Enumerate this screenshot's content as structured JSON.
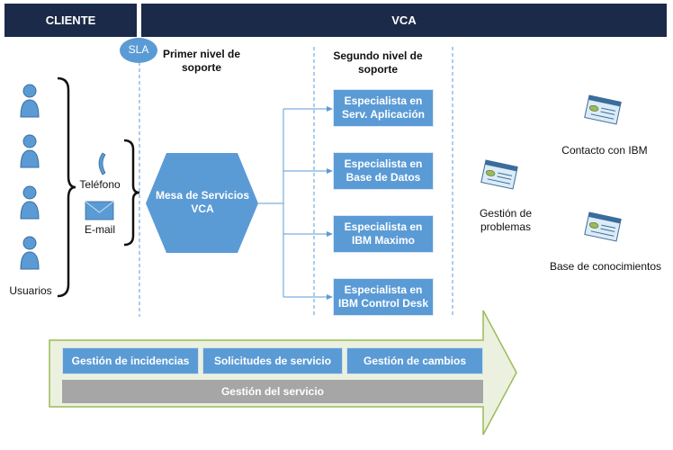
{
  "header": {
    "cliente": "CLIENTE",
    "vca": "VCA"
  },
  "sla": "SLA",
  "levels": {
    "first": "Primer nivel de soporte",
    "second": "Segundo nivel de soporte"
  },
  "client": {
    "users": "Usuarios",
    "phone": "Teléfono",
    "email": "E-mail"
  },
  "service_desk": "Mesa de Servicios VCA",
  "specialists": [
    "Especialista en Serv. Aplicación",
    "Especialista en Base de Datos",
    "Especialista en IBM Maximo",
    "Especialista en IBM Control Desk"
  ],
  "problem_mgmt": "Gestión de problemas",
  "ibm_contact": "Contacto con IBM",
  "knowledge_base": "Base de conocimientos",
  "processes": [
    "Gestión de incidencias",
    "Solicitudes de servicio",
    "Gestión de cambios"
  ],
  "service_mgmt": "Gestión del servicio",
  "icons": {
    "user": "user-icon",
    "phone": "telephone-icon",
    "email": "envelope-icon",
    "window": "window-icon"
  },
  "colors": {
    "header": "#1b2a48",
    "box": "#5b9bd5",
    "gray": "#a6a6a6",
    "arrow_fill": "#ebf1de",
    "arrow_border": "#9bbb59"
  }
}
